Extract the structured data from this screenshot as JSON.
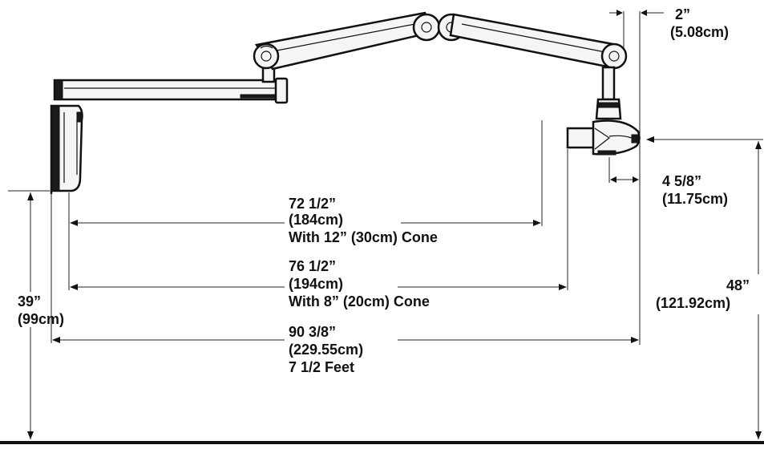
{
  "diagram": {
    "accent_color": "#111111",
    "dimensions": {
      "top_offset": {
        "imperial": "2”",
        "metric": "(5.08cm)"
      },
      "head_offset": {
        "imperial": "4 5/8”",
        "metric": "(11.75cm)"
      },
      "reach_12in_cone": {
        "imperial": "72 1/2”",
        "metric": "(184cm)",
        "note": "With 12” (30cm) Cone"
      },
      "reach_8in_cone": {
        "imperial": "76 1/2”",
        "metric": "(194cm)",
        "note": "With 8” (20cm) Cone"
      },
      "overall_length": {
        "imperial": "90 3/8”",
        "metric": "(229.55cm)",
        "note": "7 1/2 Feet"
      },
      "mount_height": {
        "imperial": "39”",
        "metric": "(99cm)"
      },
      "overall_height": {
        "imperial": "48”",
        "metric": "(121.92cm)"
      }
    }
  }
}
